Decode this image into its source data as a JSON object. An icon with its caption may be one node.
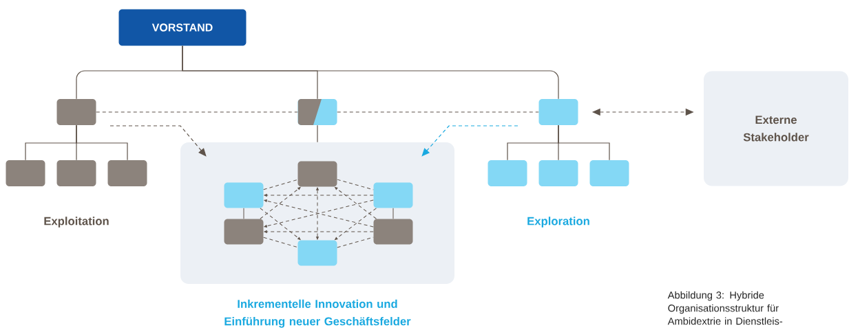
{
  "diagram": {
    "caption": "Abbildung 3: Hybride Organisationsstruktur für Ambidextrie in Dienstleis-",
    "nodes": [
      {
        "text": [
          "VORSTAND"
        ]
      },
      {
        "text": [],
        "shape": "box"
      },
      {
        "text": [],
        "shape": "box"
      },
      {
        "text": [],
        "shape": "box"
      },
      {
        "text": [],
        "shape": "box"
      },
      {
        "text": [],
        "shape": "box"
      },
      {
        "text": [],
        "shape": "box"
      },
      {
        "text": [
          "Inkrementelle Innovation und Einführung neuer Geschäftsfelder"
        ]
      },
      {
        "text": [],
        "shape": "box",
        "in": 7
      },
      {
        "text": [],
        "shape": "box",
        "in": 7
      },
      {
        "text": [],
        "shape": "box",
        "in": 7
      },
      {
        "text": [],
        "shape": "box",
        "in": 7
      },
      {
        "text": [],
        "shape": "box",
        "in": 7
      },
      {
        "text": [],
        "shape": "box",
        "in": 7
      },
      {
        "text": [],
        "shape": "box"
      },
      {
        "text": [],
        "shape": "box"
      },
      {
        "text": [],
        "shape": "box"
      },
      {
        "text": [
          "Externe Stakeholder"
        ]
      }
    ],
    "edges": [
      {
        "from": 0,
        "to": 1,
        "arrow": "none"
      },
      {
        "from": 0,
        "to": 2,
        "arrow": "none"
      },
      {
        "from": 0,
        "to": 3,
        "arrow": "none"
      },
      {
        "from": 1,
        "to": 4,
        "arrow": "none"
      },
      {
        "from": 1,
        "to": 5,
        "arrow": "none"
      },
      {
        "from": 1,
        "to": 6,
        "arrow": "none"
      },
      {
        "from": 3,
        "to": 14,
        "arrow": "none"
      },
      {
        "from": 3,
        "to": 15,
        "arrow": "none"
      },
      {
        "from": 3,
        "to": 16,
        "arrow": "none"
      },
      {
        "from": 2,
        "to": 7,
        "arrow": "none"
      },
      {
        "from": 1,
        "to": 2,
        "arrow": "none",
        "style": "dashed"
      },
      {
        "from": 2,
        "to": 3,
        "arrow": "none",
        "style": "dashed"
      },
      {
        "from": 3,
        "to": 17,
        "arrow": "both",
        "style": "dashed"
      },
      {
        "from": null,
        "to": 7,
        "arrow": "to",
        "style": "dashed"
      },
      {
        "from": null,
        "to": 7,
        "arrow": "to",
        "style": "dashed",
        "color": "#1aa9e0"
      },
      {
        "from": 9,
        "to": 11,
        "arrow": "none"
      },
      {
        "from": 10,
        "to": 12,
        "arrow": "none"
      },
      {
        "from": 9,
        "to": 8,
        "arrow": "none",
        "style": "dashed"
      },
      {
        "from": 8,
        "to": 10,
        "arrow": "none",
        "style": "dashed"
      },
      {
        "from": 11,
        "to": 13,
        "arrow": "none",
        "style": "dashed"
      },
      {
        "from": 13,
        "to": 12,
        "arrow": "none",
        "style": "dashed"
      },
      {
        "from": 10,
        "to": 9,
        "arrow": "to",
        "style": "dashed"
      },
      {
        "from": 12,
        "to": 9,
        "arrow": "to",
        "style": "dashed"
      },
      {
        "from": 10,
        "to": 11,
        "arrow": "to",
        "style": "dashed"
      },
      {
        "from": 12,
        "to": 11,
        "arrow": "to",
        "style": "dashed"
      },
      {
        "from": 13,
        "to": 8,
        "arrow": "both",
        "style": "dashed"
      },
      {
        "from": 11,
        "to": 8,
        "arrow": "to",
        "style": "dashed"
      },
      {
        "from": 12,
        "to": 8,
        "arrow": "to",
        "style": "dashed"
      },
      {
        "from": 9,
        "to": 13,
        "arrow": "to",
        "style": "dashed"
      },
      {
        "from": 10,
        "to": 13,
        "arrow": "to",
        "style": "dashed"
      }
    ],
    "labels": [
      "Exploitation",
      "Exploration"
    ]
  }
}
